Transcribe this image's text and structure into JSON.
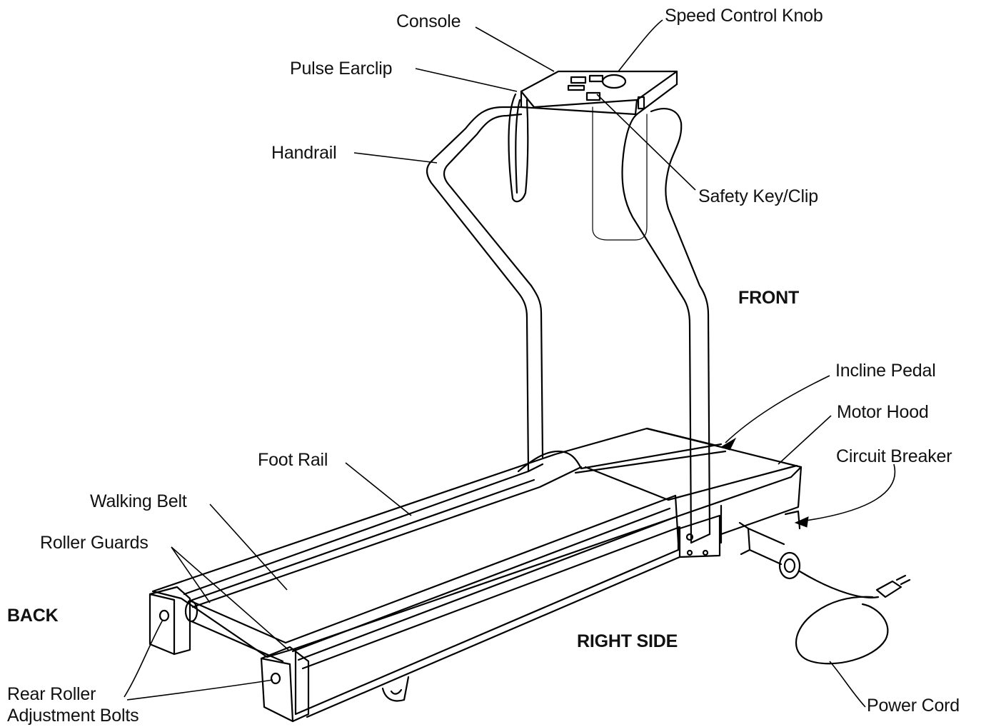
{
  "labels": {
    "console": "Console",
    "speed_control_knob": "Speed Control Knob",
    "pulse_earclip": "Pulse Earclip",
    "handrail": "Handrail",
    "safety_key_clip": "Safety Key/Clip",
    "front": "FRONT",
    "incline_pedal": "Incline Pedal",
    "motor_hood": "Motor Hood",
    "foot_rail": "Foot Rail",
    "circuit_breaker": "Circuit Breaker",
    "walking_belt": "Walking Belt",
    "roller_guards": "Roller Guards",
    "back": "BACK",
    "right_side": "RIGHT SIDE",
    "rear_roller_line1": "Rear Roller",
    "rear_roller_line2": "Adjustment Bolts",
    "power_cord": "Power Cord"
  }
}
